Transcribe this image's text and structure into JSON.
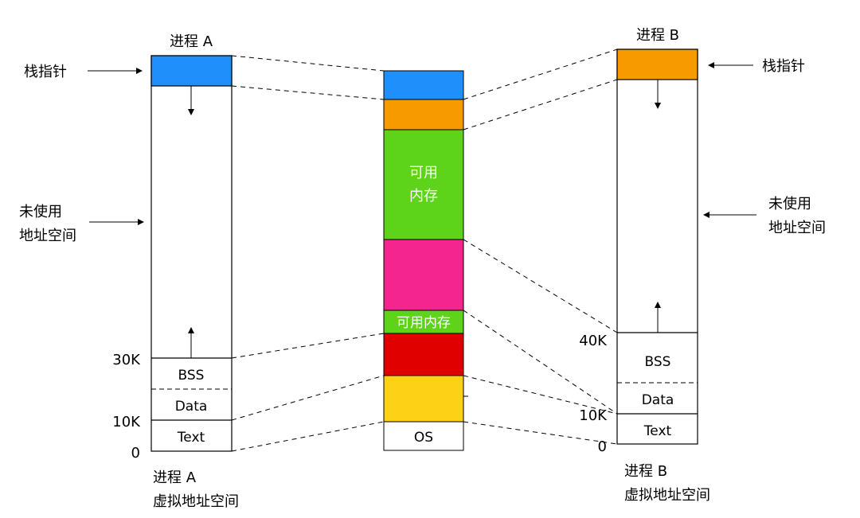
{
  "process_a": {
    "title": "进程 A",
    "caption_line1": "进程 A",
    "caption_line2": "虚拟地址空间",
    "stack_pointer_label": "栈指针",
    "unused_line1": "未使用",
    "unused_line2": "地址空间",
    "addr_30k": "30K",
    "addr_10k": "10K",
    "addr_0": "0",
    "seg_bss": "BSS",
    "seg_data": "Data",
    "seg_text": "Text",
    "stack_color": "#1e8ffb"
  },
  "process_b": {
    "title": "进程 B",
    "caption_line1": "进程 B",
    "caption_line2": "虚拟地址空间",
    "stack_pointer_label": "栈指针",
    "unused_line1": "未使用",
    "unused_line2": "地址空间",
    "addr_40k": "40K",
    "addr_10k": "10K",
    "addr_0": "0",
    "seg_bss": "BSS",
    "seg_data": "Data",
    "seg_text": "Text",
    "stack_color": "#f79a00"
  },
  "physical_memory": {
    "free_large_line1": "可用",
    "free_large_line2": "内存",
    "free_small": "可用内存",
    "os_label": "OS",
    "colors": {
      "a_stack": "#1e8ffb",
      "b_stack": "#f79a00",
      "free": "#5dd31a",
      "b_segment": "#f4258f",
      "a_segment": "#e00000",
      "yellow_segment": "#fcd116"
    }
  }
}
